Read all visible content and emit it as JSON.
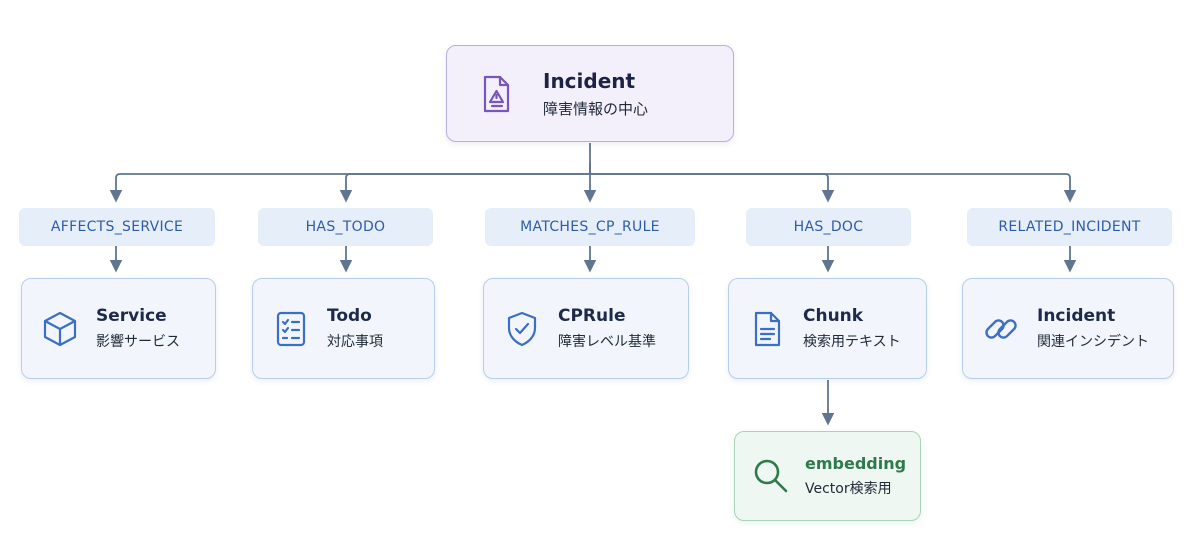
{
  "root": {
    "title": "Incident",
    "subtitle": "障害情報の中心",
    "icon": "document-alert-icon",
    "color": "#7a56b8"
  },
  "relations": [
    {
      "label": "AFFECTS_SERVICE",
      "target_title": "Service",
      "target_subtitle": "影響サービス",
      "icon": "box-icon"
    },
    {
      "label": "HAS_TODO",
      "target_title": "Todo",
      "target_subtitle": "対応事項",
      "icon": "checklist-icon"
    },
    {
      "label": "MATCHES_CP_RULE",
      "target_title": "CPRule",
      "target_subtitle": "障害レベル基準",
      "icon": "shield-check-icon"
    },
    {
      "label": "HAS_DOC",
      "target_title": "Chunk",
      "target_subtitle": "検索用テキスト",
      "icon": "document-text-icon"
    },
    {
      "label": "RELATED_INCIDENT",
      "target_title": "Incident",
      "target_subtitle": "関連インシデント",
      "icon": "link-icon"
    }
  ],
  "embedding": {
    "title": "embedding",
    "subtitle": "Vector検索用",
    "icon": "search-icon",
    "color": "#2f7a4a"
  },
  "colors": {
    "connector": "#5f7590",
    "relation_text": "#2d5da8",
    "icon_blue": "#3a6fc4"
  }
}
